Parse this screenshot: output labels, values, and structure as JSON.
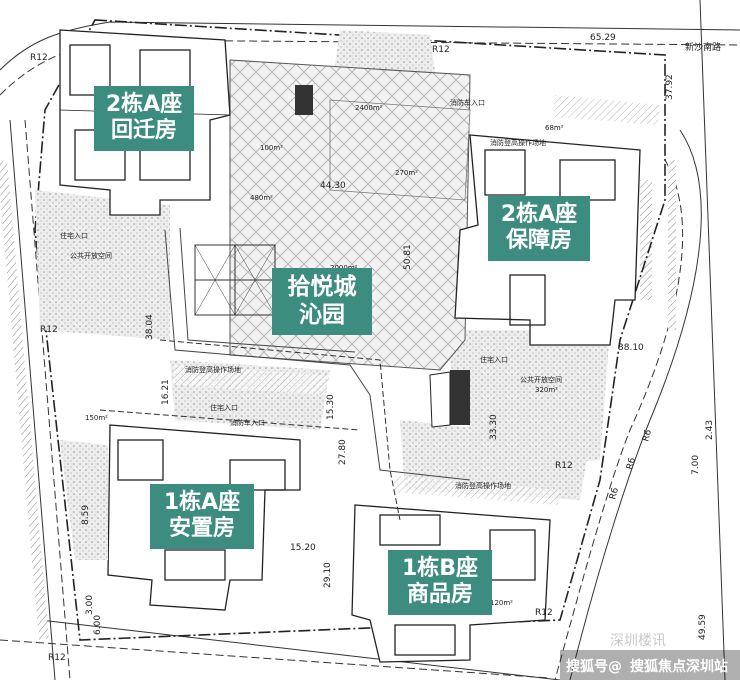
{
  "labels": {
    "a2_resettle": [
      "2栋A座",
      "回迁房"
    ],
    "a2_security": [
      "2栋A座",
      "保障房"
    ],
    "garden": [
      "拾悦城",
      "沁园"
    ],
    "b1_a": [
      "1栋A座",
      "安置房"
    ],
    "b1_b": [
      "1栋B座",
      "商品房"
    ]
  },
  "roads": {
    "xinsha": "新沙南路"
  },
  "dims": {
    "top_width": "65.29",
    "right_h": "37.92",
    "mid_width": "44.30",
    "mid_h": "50.81",
    "left_h": "38.04",
    "bottom_w": "15.20",
    "b_h1": "29.10",
    "b_h2": "16.21",
    "b_h3": "15.30",
    "b_h4": "27.80",
    "b_h5": "33.30",
    "r_h1": "49.59",
    "r_h2": "7.00",
    "left_dims": [
      "8.59",
      "3.00",
      "6.00",
      "2.43"
    ],
    "r_top": "38.10"
  },
  "radii": [
    "R12",
    "R12",
    "R12",
    "R12",
    "R12",
    "R12",
    "R6",
    "R6",
    "R6"
  ],
  "annotations": {
    "housing_entry": "住宅入口",
    "fire_lane": "消防登高操作场地",
    "public_space": "公共开放空间",
    "fire_entry": "消防车入口",
    "sqm_2400": "2400m²",
    "sqm_2000": "2000m²",
    "sqm_480": "480m²",
    "sqm_100": "100m²",
    "sqm_150": "150m²",
    "sqm_120": "120m²",
    "sqm_68": "68m²",
    "sqm_270": "270m²",
    "sqm_320": "320m²"
  },
  "watermark": {
    "left": "搜狐号@",
    "right": "搜狐焦点深圳站",
    "faint": "深圳楼讯"
  }
}
